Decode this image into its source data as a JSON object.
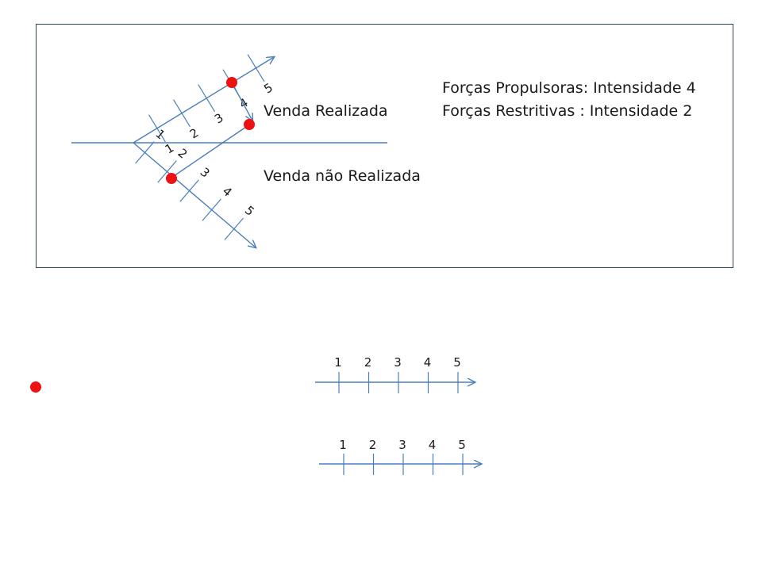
{
  "colors": {
    "line": "#4a7ebb",
    "dot": "#ee1111",
    "frame": "#2f3f5f",
    "text": "#1a1a1a"
  },
  "diagram": {
    "tick_labels": [
      "1",
      "2",
      "3",
      "4",
      "5"
    ],
    "label_sale_done": "Venda Realizada",
    "label_sale_not_done": "Venda não Realizada",
    "propulsive_forces": "Forças Propulsoras: Intensidade 4",
    "restrictive_forces": "Forças Restritivas : Intensidade 2",
    "propulsive_intensity": 4,
    "restrictive_intensity": 2
  },
  "lower_scales": {
    "scale_1_labels": [
      "1",
      "2",
      "3",
      "4",
      "5"
    ],
    "scale_2_labels": [
      "1",
      "2",
      "3",
      "4",
      "5"
    ]
  }
}
